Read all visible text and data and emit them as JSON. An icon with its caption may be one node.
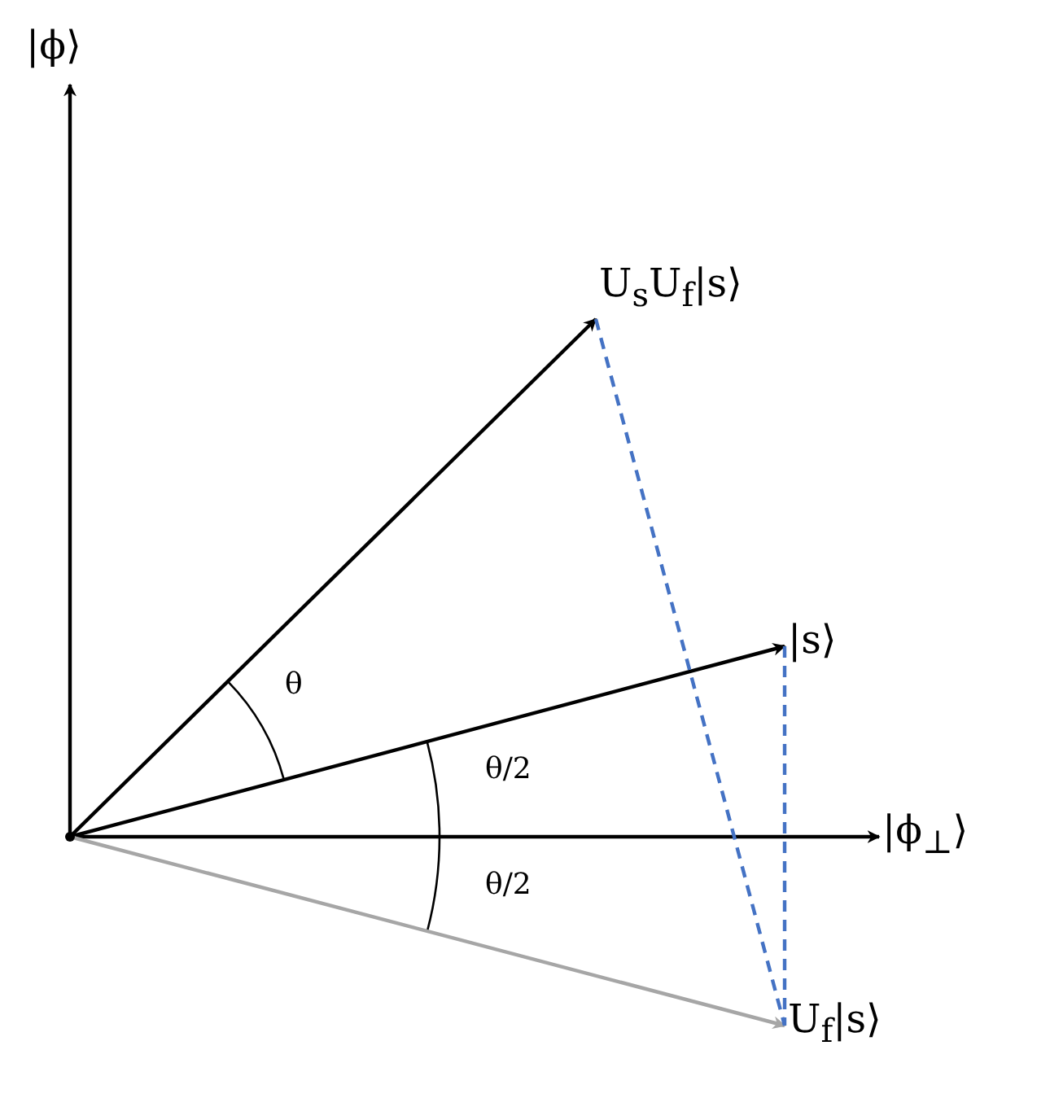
{
  "diagram": {
    "nodes": [
      {
        "text": [],
        "shape": "point"
      },
      {
        "text": [
          "|ϕ⟩"
        ]
      },
      {
        "text": [
          "U$_{s}$U$_{f}$|s⟩"
        ]
      },
      {
        "text": [
          "|s⟩"
        ]
      },
      {
        "text": [
          "|ϕ$_{⊥}$⟩"
        ]
      },
      {
        "text": [
          "U$_{f}$|s⟩"
        ]
      }
    ],
    "edges": [
      {
        "from": 0,
        "to": 1,
        "arrow": "to"
      },
      {
        "from": 0,
        "to": 4,
        "arrow": "to"
      },
      {
        "from": 0,
        "to": 2,
        "arrow": "to"
      },
      {
        "from": 0,
        "to": 3,
        "arrow": "to"
      },
      {
        "from": 0,
        "to": 5,
        "arrow": "to",
        "color": "#a6a6a6"
      },
      {
        "from": 2,
        "to": 5,
        "arrow": "none",
        "style": "dashed",
        "color": "#4472c4"
      },
      {
        "from": 3,
        "to": 5,
        "arrow": "none",
        "style": "dashed",
        "color": "#4472c4"
      }
    ],
    "labels": [
      "θ",
      "θ/2",
      "θ/2"
    ]
  }
}
